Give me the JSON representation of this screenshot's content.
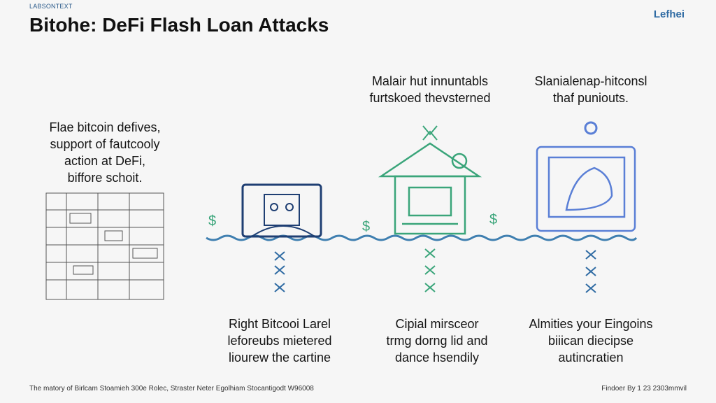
{
  "header": {
    "tag": "LABSONTEXT",
    "title": "Bitohe: DeFi Flash Loan Attacks",
    "logo": "Lefhei"
  },
  "left_text": [
    "Flae bitcoin defives,",
    "support of fautcooly",
    "action at DeFi,",
    "biffore schoit."
  ],
  "top_texts": [
    [
      "Malair hut innuntabls",
      "furtskoed thevsterned"
    ],
    [
      "Slanialenap-hitconsl",
      "thaf puniouts."
    ]
  ],
  "bottom_texts": [
    [
      "Right Bitcooi Larel",
      "leforeubs mietered",
      "liourew the cartine"
    ],
    [
      "Cipial mirsceor",
      "trmg dorng lid and",
      "dance hsendily"
    ],
    [
      "Almities your Eingoins",
      "biiican diecipse",
      "autincratien"
    ]
  ],
  "footer": {
    "left": "The matory of Birlcam Stoamieh 300e Rolec, Straster Neter Egolhiam Stocantigodt W96008",
    "right": "Findoer By 1 23 2303mmvil"
  },
  "colors": {
    "accent": "#2f6ba3",
    "green": "#3aa57a",
    "blue": "#5a7fd6",
    "navy": "#1f3f73"
  }
}
